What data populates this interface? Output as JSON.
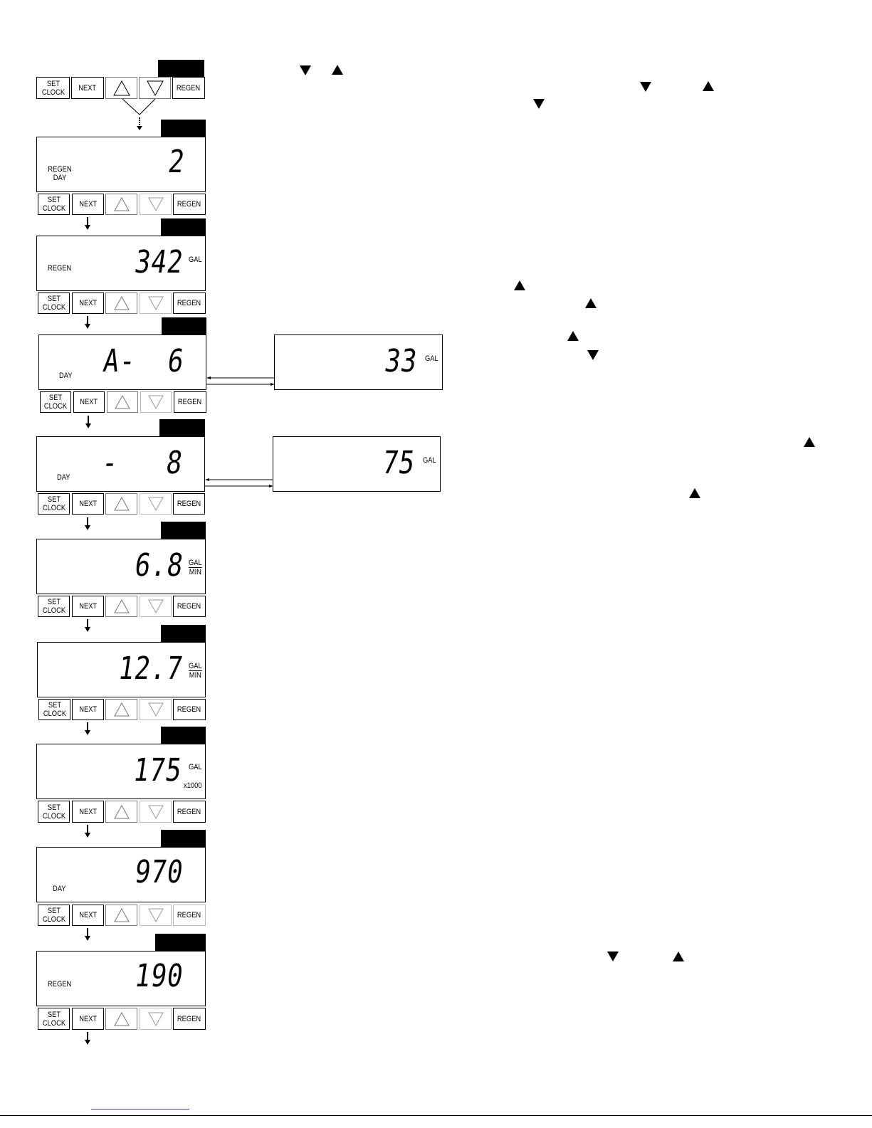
{
  "buttons": {
    "set_clock": "SET\nCLOCK",
    "next": "NEXT",
    "regen": "REGEN"
  },
  "screens": [
    {
      "id": "regen-day",
      "label": "REGEN\nDAY",
      "value": "2",
      "unit": ""
    },
    {
      "id": "regen-gallons",
      "label": "REGEN",
      "value": "342",
      "unit": "GAL"
    },
    {
      "id": "day-a6",
      "label": "DAY",
      "value": "A-  6",
      "unit": ""
    },
    {
      "id": "day-8",
      "label": "DAY",
      "value": "-   8",
      "unit": ""
    },
    {
      "id": "flow-6-8",
      "label": "",
      "value": "6.8",
      "unit_top": "GAL",
      "unit_bottom": "MIN"
    },
    {
      "id": "flow-12-7",
      "label": "",
      "value": "12.7",
      "unit_top": "GAL",
      "unit_bottom": "MIN"
    },
    {
      "id": "total-175",
      "label": "",
      "value": "175",
      "unit_top": "GAL",
      "unit_bottom": "x1000"
    },
    {
      "id": "day-970",
      "label": "DAY",
      "value": "970",
      "unit": ""
    },
    {
      "id": "regen-190",
      "label": "REGEN",
      "value": "190",
      "unit": ""
    }
  ],
  "side_screens": [
    {
      "id": "side-33",
      "value": "33",
      "unit": "GAL"
    },
    {
      "id": "side-75",
      "value": "75",
      "unit": "GAL"
    }
  ],
  "icons": {
    "up": "up-triangle-icon",
    "down": "down-triangle-icon",
    "down_arrow": "down-arrow-icon"
  }
}
